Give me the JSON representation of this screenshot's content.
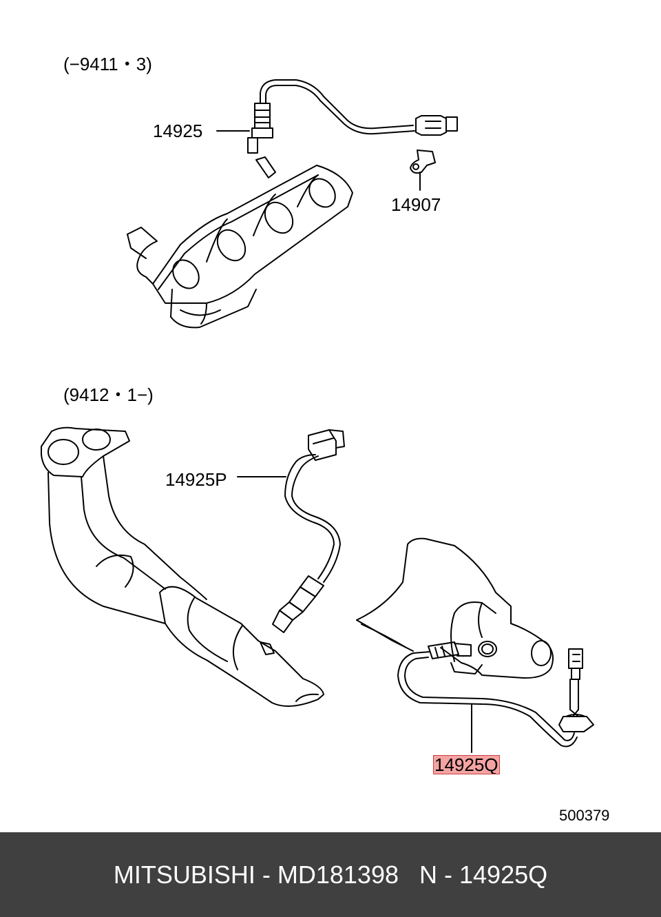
{
  "diagram": {
    "top_range": "(−9411・3)",
    "bottom_range": "(9412・1−)",
    "part_labels": {
      "p14925": "14925",
      "p14907": "14907",
      "p14925P": "14925P",
      "p14925Q": "14925Q"
    },
    "highlighted_part": "14925Q",
    "highlight_color": "#f4a3a3",
    "drawing_number": "500379"
  },
  "footer": {
    "brand": "MITSUBISHI",
    "separator": " - ",
    "part_number": "MD181398",
    "position_prefix": "N",
    "position": "14925Q",
    "background": "#404040"
  }
}
